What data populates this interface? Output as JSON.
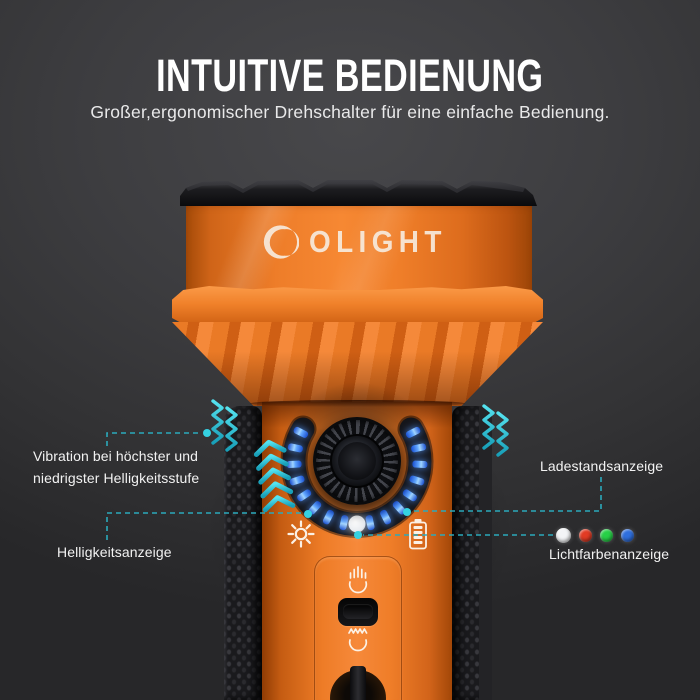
{
  "header": {
    "title": "INTUITIVE BEDIENUNG",
    "subtitle": "Großer,ergonomischer Drehschalter für eine einfache Bedienung."
  },
  "brand": {
    "logo_text": "OLIGHT"
  },
  "annotations": {
    "vibration": {
      "line1": "Vibration bei höchster und",
      "line2": "niedrigster Helligkeitsstufe"
    },
    "charge": {
      "label": "Ladestandsanzeige"
    },
    "brightness": {
      "label": "Helligkeitsanzeige"
    },
    "light_color": {
      "label": "Lichtfarbenanzeige",
      "dot_colors": [
        "#f3f4f6",
        "#e23b24",
        "#27d147",
        "#2f6fde"
      ]
    }
  },
  "icons": {
    "dial_ring": "led-arc-indicator",
    "white_led": "white-led-dot",
    "sun": "brightness-icon",
    "battery": "battery-level-icon",
    "vibration_waves": "vibration-waves-icon",
    "chevrons": "rotate-up-arrows-icon",
    "hand": "palm-hold-icon",
    "hand_shake": "palm-vibrate-icon"
  },
  "colors": {
    "accent_cyan": "#2fc8da",
    "body_orange": "#ee7a22",
    "led_blue": "#4f9bff"
  }
}
